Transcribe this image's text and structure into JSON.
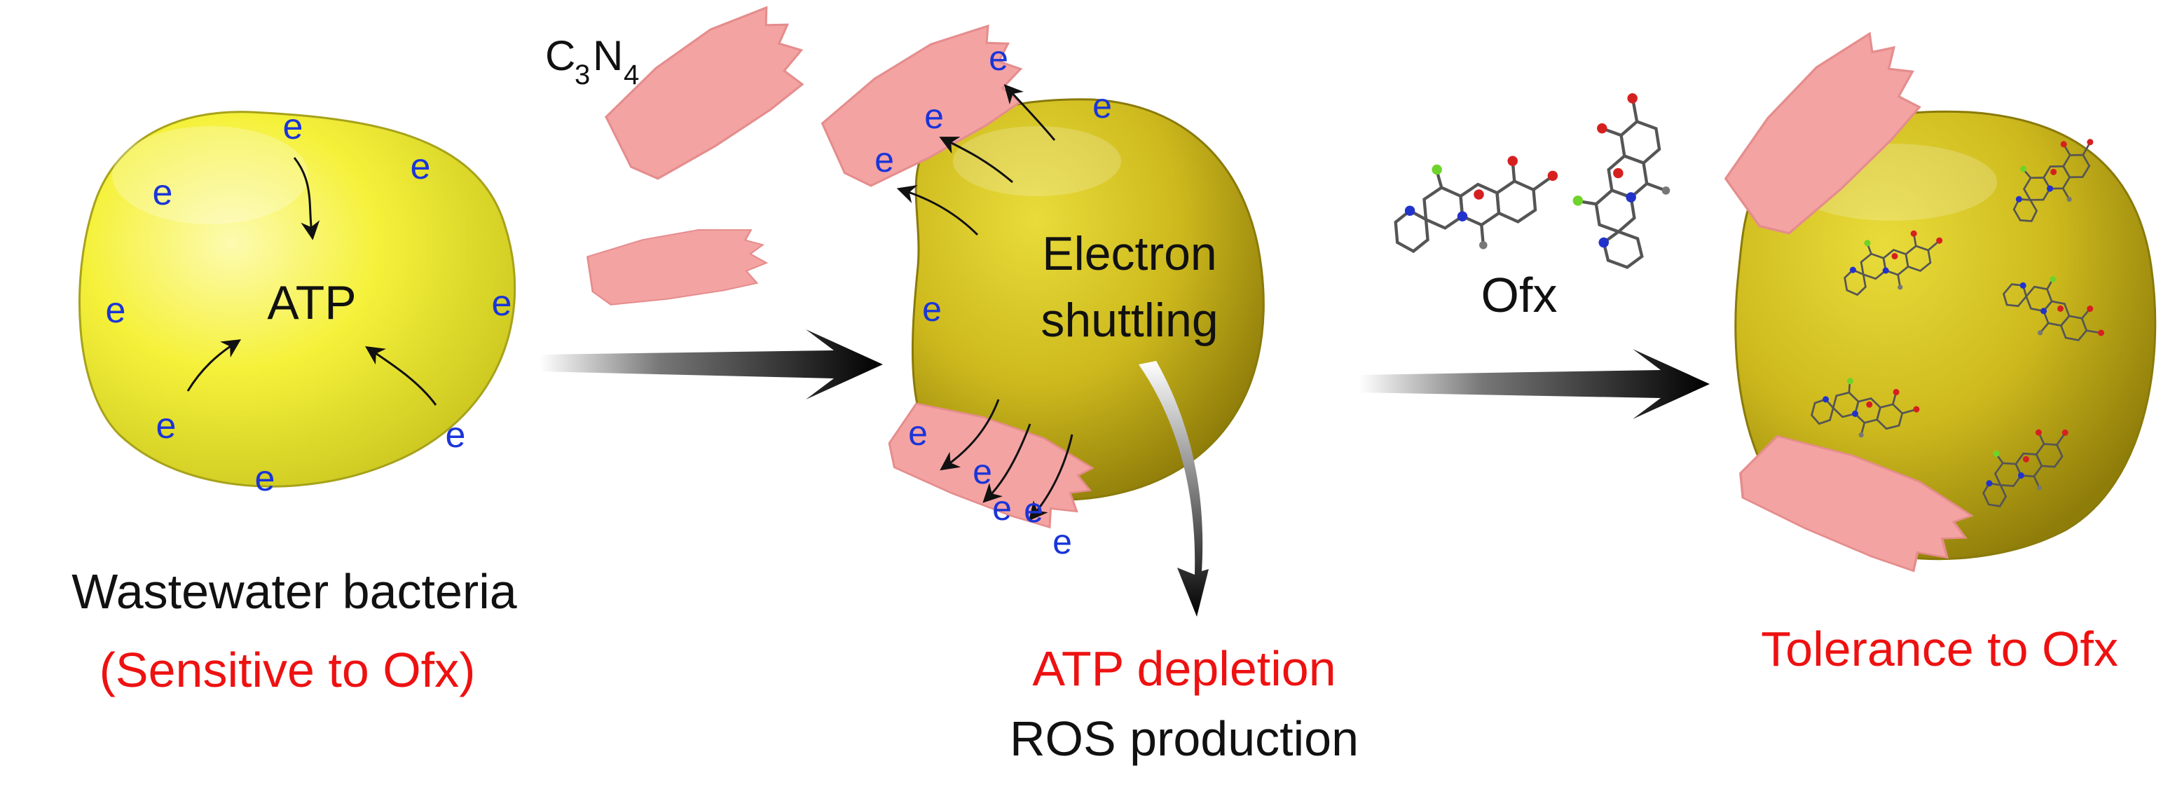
{
  "colors": {
    "black": "#111111",
    "red": "#ee1111",
    "electron_blue": "#1a35d8",
    "flake_pink": "#f4a3a3",
    "cell_light": "#f4f03a",
    "cell_gold": "#c9b51a"
  },
  "electron_symbol": "e",
  "panel1": {
    "center_label": "ATP",
    "caption_line1": "Wastewater bacteria",
    "caption_line2": "(Sensitive to Ofx)"
  },
  "panel2": {
    "material_label_base": "C",
    "material_label_sub1": "3",
    "material_label_mid": "N",
    "material_label_sub2": "4",
    "center_label_line1": "Electron",
    "center_label_line2": "shuttling",
    "outcome_line1": "ATP depletion",
    "outcome_line2": "ROS production"
  },
  "panel3": {
    "drug_label": "Ofx",
    "caption": "Tolerance to Ofx"
  },
  "icons": {
    "molecule": "ofloxacin-molecule-icon",
    "flake": "c3n4-flake-icon",
    "arrow": "process-arrow-icon"
  }
}
